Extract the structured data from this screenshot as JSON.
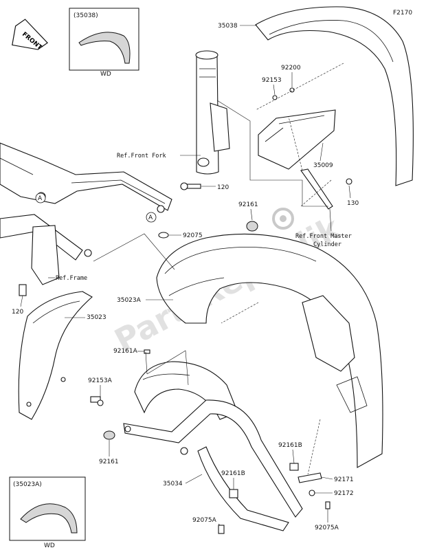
{
  "diagram": {
    "figure_code": "F2170",
    "watermark": "PartsRepublik",
    "front_arrow": "FRONT",
    "insets": {
      "top": {
        "part": "(35038)",
        "note": "WD"
      },
      "bottom": {
        "part": "(35023A)",
        "note": "WD"
      }
    },
    "labels": {
      "p35038": "35038",
      "p92200": "92200",
      "p92153": "92153",
      "p35009": "35009",
      "p130": "130",
      "p120_top": "120",
      "p120_left": "120",
      "p92161_top": "92161",
      "p92075": "92075",
      "p35023A": "35023A",
      "p35023": "35023",
      "p92161A": "92161A",
      "p92153A": "92153A",
      "p92161_bottom": "92161",
      "p92161B_right": "92161B",
      "p92161B_mid": "92161B",
      "p35034": "35034",
      "p92171": "92171",
      "p92172": "92172",
      "p92075A_left": "92075A",
      "p92075A_right": "92075A",
      "ref_front_fork": "Ref.Front Fork",
      "ref_frame": "Ref.Frame",
      "ref_master_line1": "Ref.Front Master",
      "ref_master_line2": "Cylinder",
      "callout_a1": "A",
      "callout_a2": "A"
    }
  }
}
